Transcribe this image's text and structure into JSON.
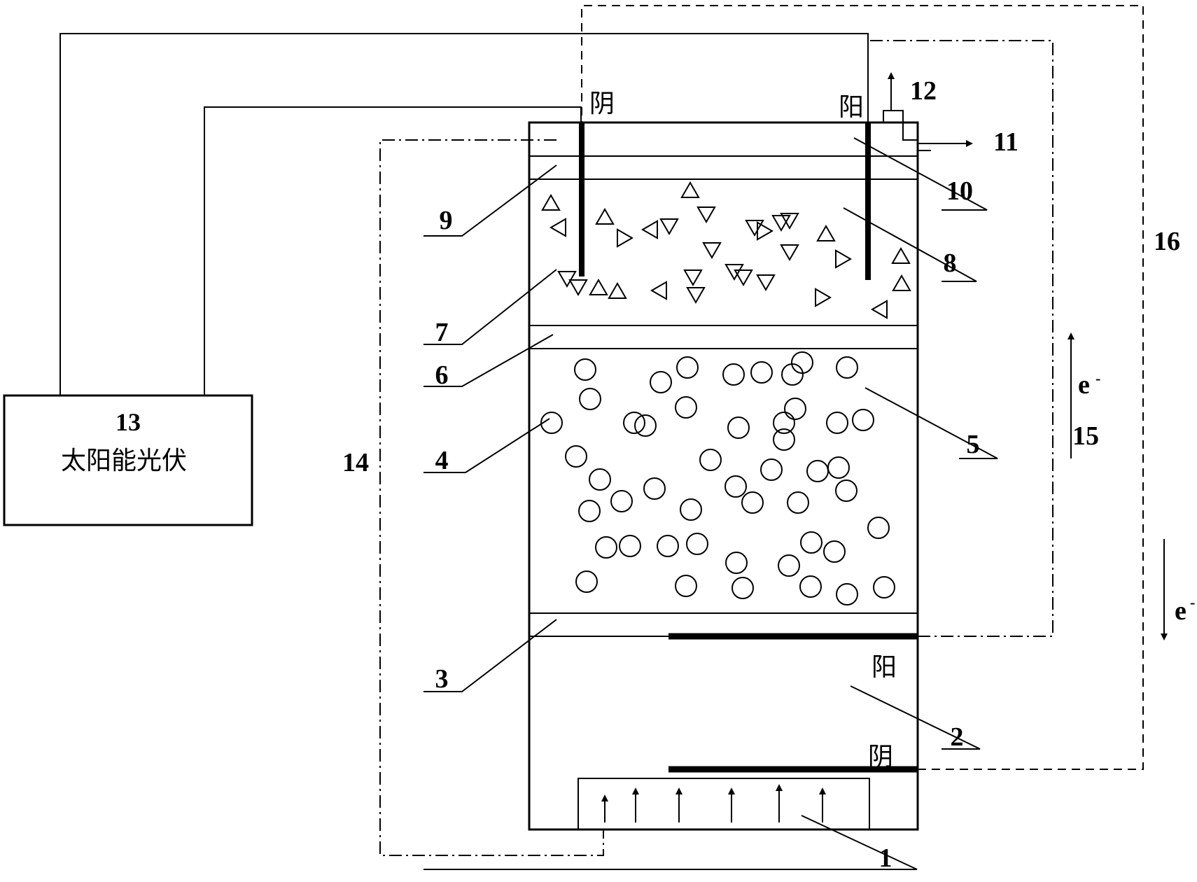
{
  "solar_pv": {
    "number": "13",
    "label": "太阳能光伏"
  },
  "electrode_labels": {
    "cathode_top": "阴",
    "anode_top": "阳",
    "anode_middle": "阳",
    "cathode_bottom": "阴"
  },
  "electron_flow": {
    "up_label": "e",
    "down_label": "e",
    "superscript": "-"
  },
  "part_numbers": [
    "1",
    "2",
    "3",
    "4",
    "5",
    "6",
    "7",
    "8",
    "9",
    "10",
    "11",
    "12",
    "14",
    "15",
    "16"
  ],
  "colors": {
    "line": "#000000",
    "background": "#ffffff"
  }
}
